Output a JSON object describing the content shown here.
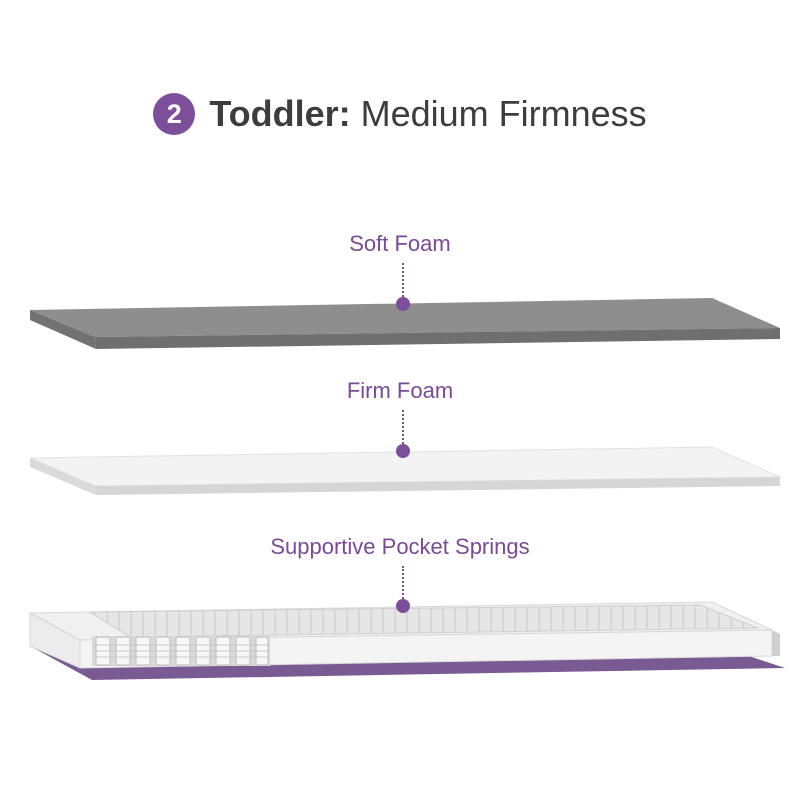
{
  "header": {
    "step_number": "2",
    "title_bold": "Toddler:",
    "title_rest": " Medium Firmness"
  },
  "layers": [
    {
      "label": "Soft Foam"
    },
    {
      "label": "Firm Foam"
    },
    {
      "label": "Supportive Pocket Springs"
    }
  ],
  "colors": {
    "accent": "#7d4e9a",
    "soft_foam": "#8f8f8f",
    "firm_foam": "#f2f2f2",
    "spring_base": "#7a5a92"
  }
}
